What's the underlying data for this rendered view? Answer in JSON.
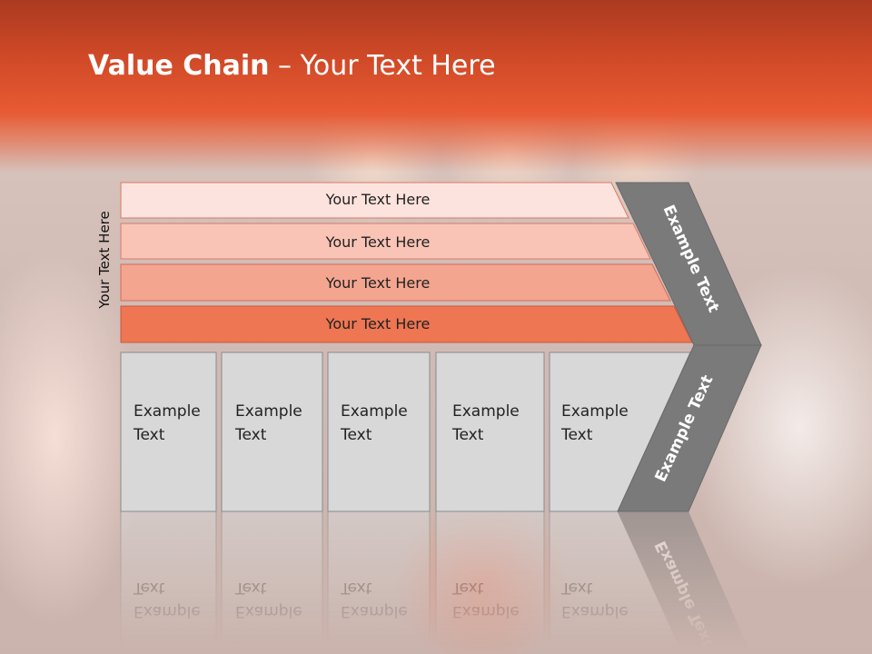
{
  "title": {
    "bold": "Value Chain",
    "rest": " – Your Text Here"
  },
  "side_label": "Your Text Here",
  "bars": [
    {
      "label": "Your Text Here",
      "color": "#fde3dd"
    },
    {
      "label": "Your Text Here",
      "color": "#f9c4b6"
    },
    {
      "label": "Your Text Here",
      "color": "#f4a58f"
    },
    {
      "label": "Your Text Here",
      "color": "#ee7653"
    }
  ],
  "boxes": [
    {
      "line1": "Example",
      "line2": "Text"
    },
    {
      "line1": "Example",
      "line2": "Text"
    },
    {
      "line1": "Example",
      "line2": "Text"
    },
    {
      "line1": "Example",
      "line2": "Text"
    },
    {
      "line1": "Example",
      "line2": "Text"
    }
  ],
  "chevron": {
    "upper": "Example Text",
    "lower": "Example Text",
    "color": "#7a7a7a"
  },
  "colors": {
    "box_fill": "#d8d8d8",
    "header": "#e85a32"
  }
}
